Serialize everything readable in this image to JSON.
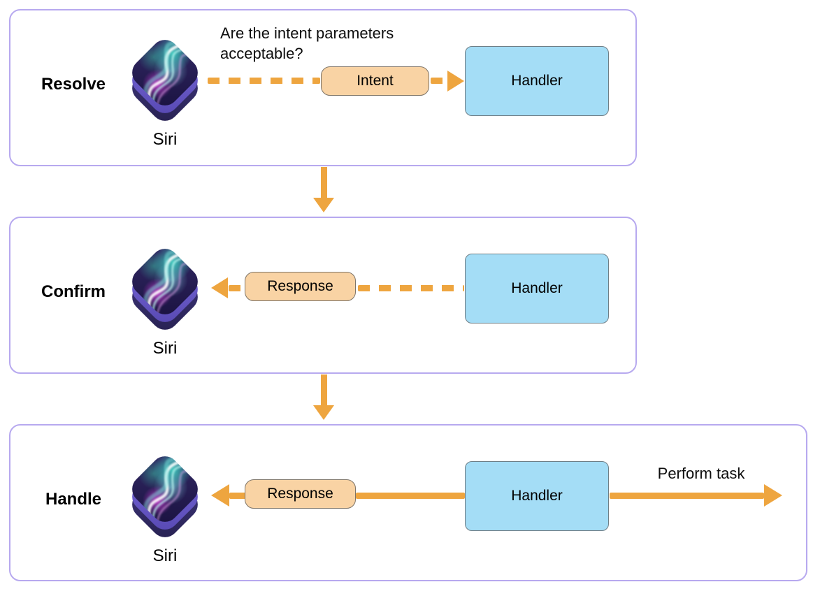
{
  "colors": {
    "arrow_orange": "#EEA53F",
    "phase_border": "#B7A9EF",
    "message_fill": "#F9D3A4",
    "message_border": "#7E7467",
    "handler_fill": "#A4DDF6",
    "handler_border": "#6F7E86"
  },
  "phases": [
    {
      "label": "Resolve",
      "siri_label": "Siri",
      "annotation": "Are the intent parameters acceptable?",
      "message": "Intent",
      "handler": "Handler"
    },
    {
      "label": "Confirm",
      "siri_label": "Siri",
      "message": "Response",
      "handler": "Handler"
    },
    {
      "label": "Handle",
      "siri_label": "Siri",
      "message": "Response",
      "handler": "Handler",
      "task_annotation": "Perform task"
    }
  ]
}
